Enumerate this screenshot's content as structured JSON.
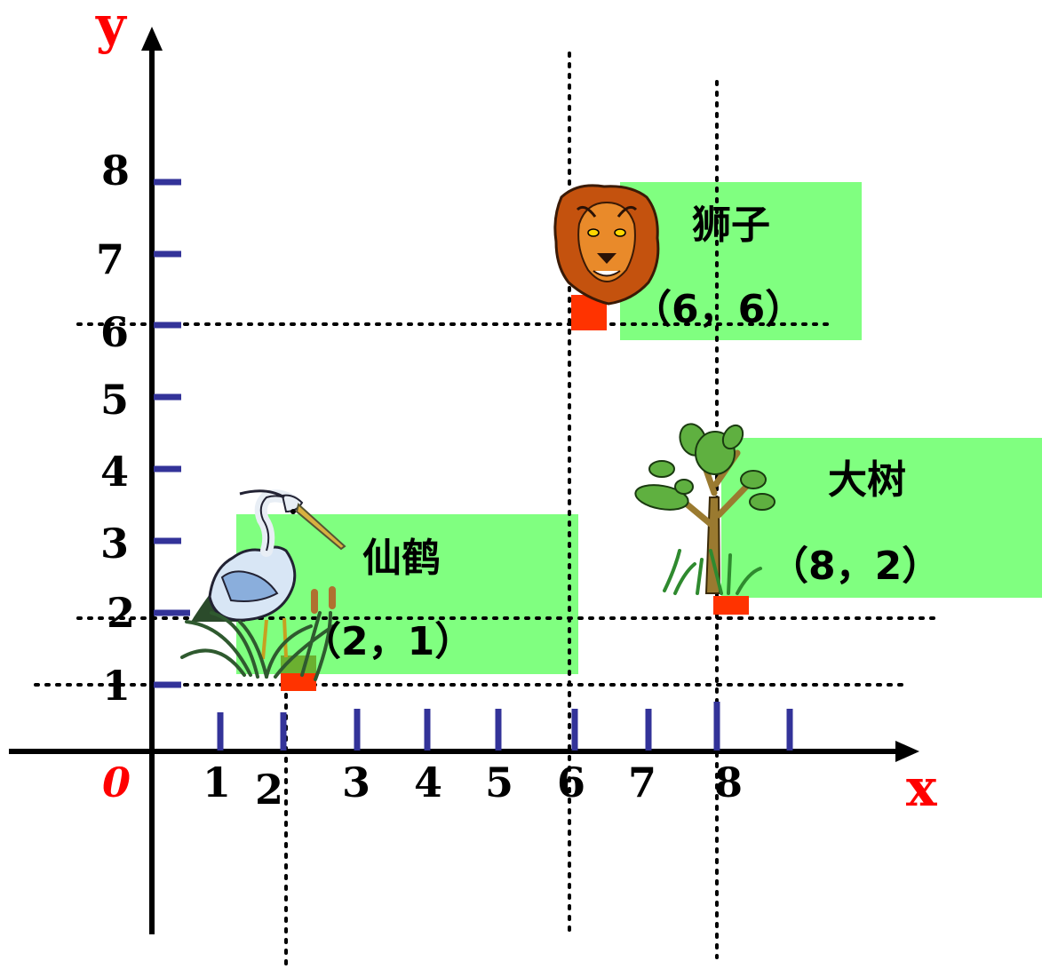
{
  "axes": {
    "x_label": "x",
    "y_label": "y",
    "origin_label": "0",
    "x_ticks": [
      "1",
      "2",
      "3",
      "4",
      "5",
      "6",
      "7",
      "8"
    ],
    "y_ticks": [
      "1",
      "2",
      "3",
      "4",
      "5",
      "6",
      "7",
      "8"
    ],
    "axis_color": "#000000",
    "tick_color": "#333399",
    "axis_letter_color": "#ff0000"
  },
  "points": [
    {
      "id": "lion",
      "name": "狮子",
      "coord_text": "（6，6）",
      "icon": "lion-icon"
    },
    {
      "id": "tree",
      "name": "大树",
      "coord_text": "（8，2）",
      "icon": "tree-icon"
    },
    {
      "id": "crane",
      "name": "仙鹤",
      "coord_text": "（2，1）",
      "icon": "crane-icon"
    }
  ],
  "colors": {
    "label_bg": "#80ff80",
    "marker": "#ff3300"
  }
}
